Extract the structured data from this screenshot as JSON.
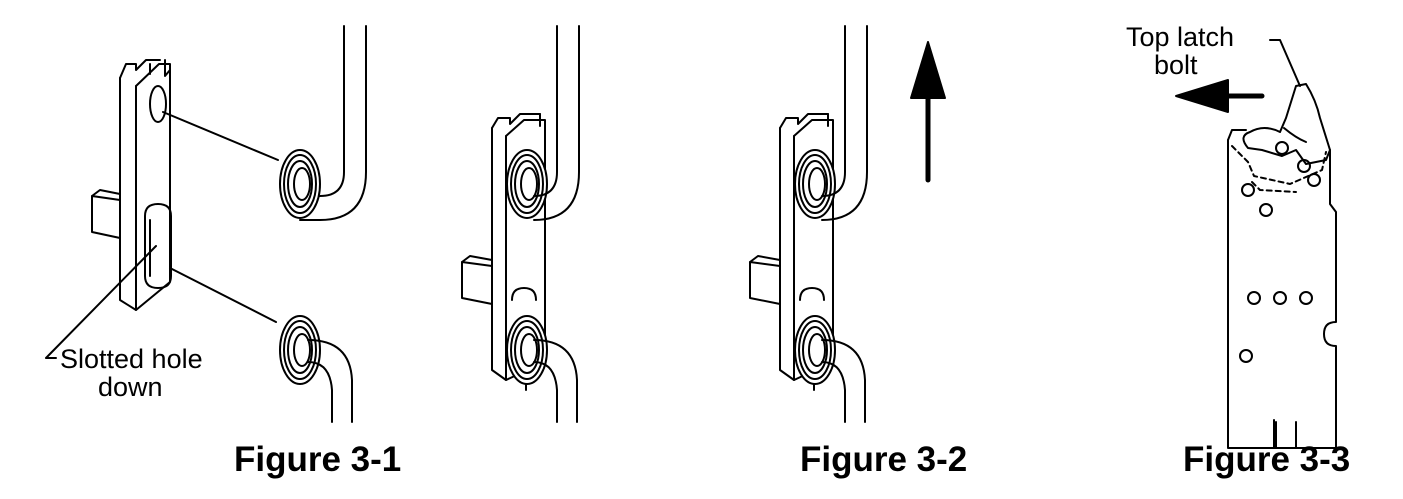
{
  "callouts": {
    "slotted_hole_line1": "Slotted hole",
    "slotted_hole_line2": "down",
    "top_latch_line1": "Top latch",
    "top_latch_line2": "bolt"
  },
  "captions": {
    "fig1": "Figure 3-1",
    "fig2": "Figure 3-2",
    "fig3": "Figure 3-3"
  },
  "icons": {
    "up_arrow": "up-arrow-icon",
    "left_arrow": "left-arrow-icon"
  },
  "colors": {
    "line": "#000000",
    "background": "#ffffff"
  }
}
